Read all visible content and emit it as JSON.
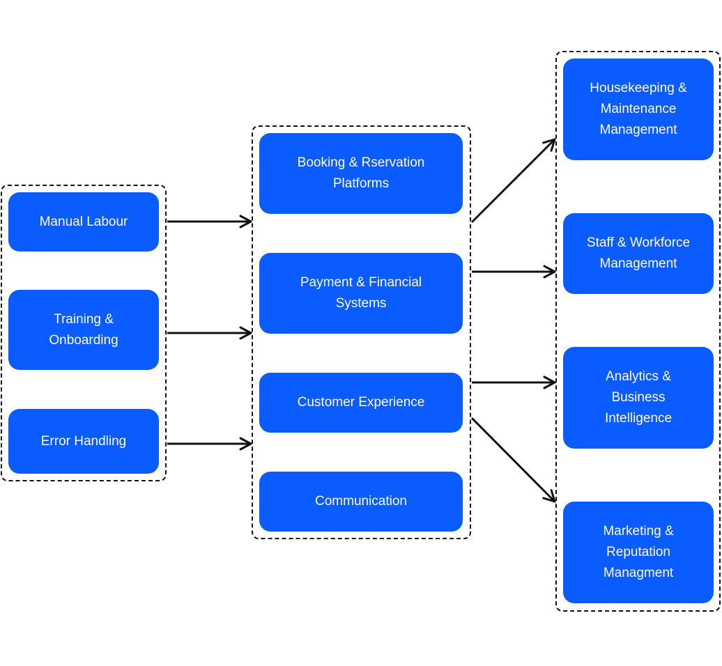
{
  "colors": {
    "node_fill": "#0a5cff",
    "node_text": "#ffffff",
    "border": "#111111"
  },
  "groups": {
    "left": {
      "nodes": [
        {
          "label": "Manual Labour"
        },
        {
          "label": "Training &\nOnboarding"
        },
        {
          "label": "Error Handling"
        }
      ]
    },
    "middle": {
      "nodes": [
        {
          "label": "Booking & Rservation\nPlatforms"
        },
        {
          "label": "Payment & Financial\nSystems"
        },
        {
          "label": "Customer Experience"
        },
        {
          "label": "Communication"
        }
      ]
    },
    "right": {
      "nodes": [
        {
          "label": "Housekeeping &\nMaintenance\nManagement"
        },
        {
          "label": "Staff & Workforce\nManagement"
        },
        {
          "label": "Analytics &\nBusiness\nIntelligence"
        },
        {
          "label": "Marketing &\nReputation\nManagment"
        }
      ]
    }
  }
}
